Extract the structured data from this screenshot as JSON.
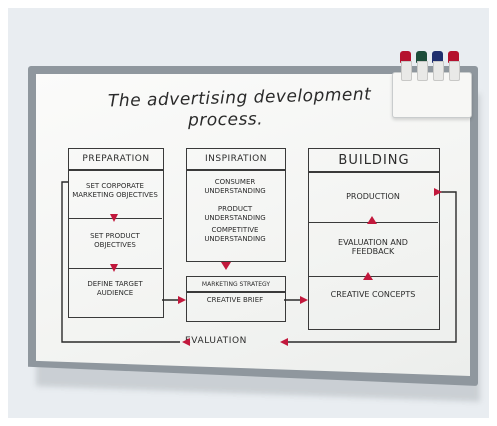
{
  "title": {
    "line1": "The advertising development",
    "line2": "process."
  },
  "columns": {
    "preparation": {
      "header": "PREPARATION",
      "steps": [
        "SET CORPORATE MARKETING OBJECTIVES",
        "SET PRODUCT OBJECTIVES",
        "DEFINE TARGET AUDIENCE"
      ]
    },
    "inspiration": {
      "header": "INSPIRATION",
      "steps": [
        "CONSUMER UNDERSTANDING",
        "PRODUCT UNDERSTANDING",
        "COMPETITIVE UNDERSTANDING"
      ],
      "sub_header": "MARKETING STRATEGY",
      "sub_step": "CREATIVE BRIEF"
    },
    "building": {
      "header": "BUILDING",
      "steps": [
        "PRODUCTION",
        "EVALUATION AND FEEDBACK",
        "CREATIVE CONCEPTS"
      ]
    }
  },
  "footer": "EVALUATION",
  "colors": {
    "arrow": "#c2183c",
    "ink": "#2b2b2b",
    "marker_red": "#b5122e",
    "marker_blue": "#1f2f6e",
    "marker_green": "#1d4d3a",
    "marker_black": "#1a1a1a"
  }
}
